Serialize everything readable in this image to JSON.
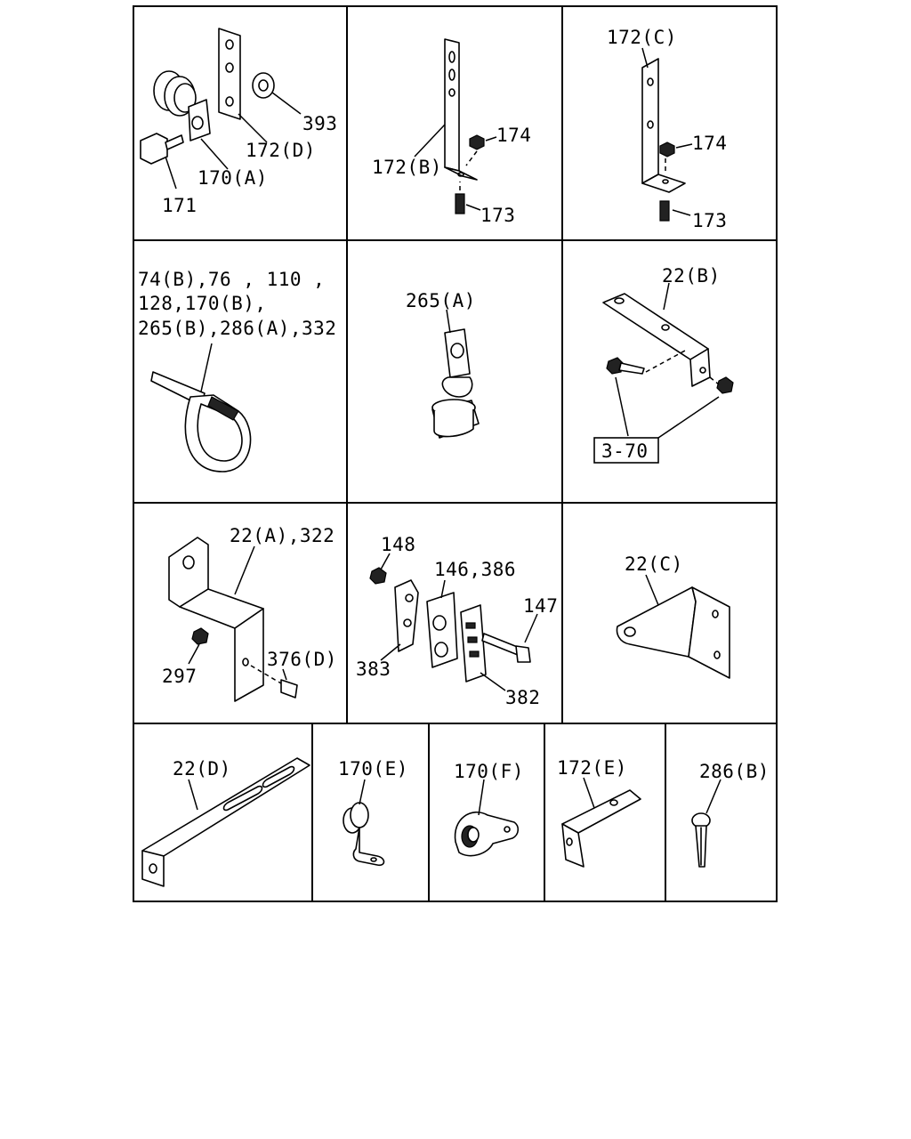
{
  "labels": {
    "c1_393": "393",
    "c1_172d": "172(D)",
    "c1_170a": "170(A)",
    "c1_171": "171",
    "c2_174": "174",
    "c2_172b": "172(B)",
    "c2_173": "173",
    "c3_172c": "172(C)",
    "c3_174": "174",
    "c3_173": "173",
    "c4_line1": "74(B),76 , 110 ,",
    "c4_line2": "128,170(B),",
    "c4_line3": "265(B),286(A),332",
    "c5_265a": "265(A)",
    "c6_22b": "22(B)",
    "c6_ref": "3-70",
    "c7_22a": "22(A),322",
    "c7_297": "297",
    "c7_376d": "376(D)",
    "c8_148": "148",
    "c8_146": "146,386",
    "c8_147": "147",
    "c8_383": "383",
    "c8_382": "382",
    "c9_22c": "22(C)",
    "c10_22d": "22(D)",
    "c11_170e": "170(E)",
    "c12_170f": "170(F)",
    "c13_172e": "172(E)",
    "c14_286b": "286(B)"
  }
}
